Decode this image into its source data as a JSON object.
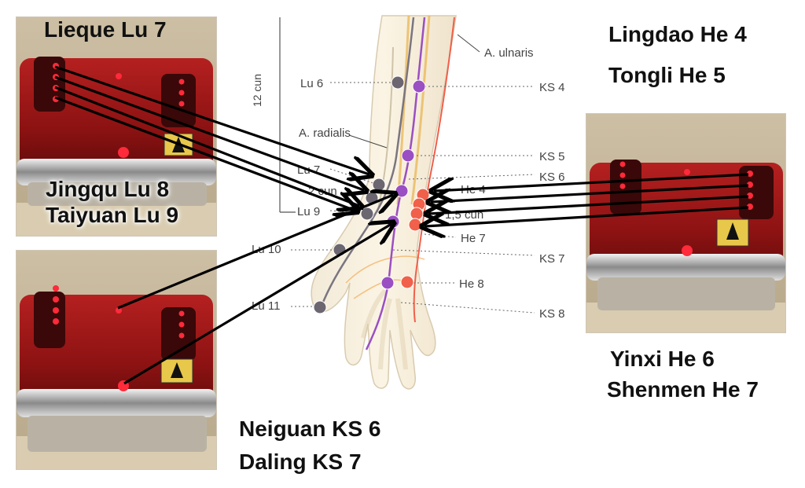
{
  "captions": {
    "lieque": "Lieque Lu 7",
    "jingqu": "Jingqu Lu 8",
    "taiyuan": "Taiyuan Lu 9",
    "lingdao": "Lingdao He 4",
    "tongli": "Tongli He 5",
    "yinxi": "Yinxi He 6",
    "shenmen": "Shenmen He 7",
    "neiguan": "Neiguan KS 6",
    "daling": "Daling KS 7"
  },
  "labels": {
    "cun12": "12 cun",
    "a_ulnaris": "A. ulnaris",
    "a_radialis": "A. radialis",
    "lu6": "Lu 6",
    "lu7": "Lu 7",
    "cun2": "2 cun",
    "lu9": "Lu 9",
    "lu10": "Lu 10",
    "lu11": "Lu 11",
    "ks4": "KS 4",
    "ks5": "KS 5",
    "ks6": "KS 6",
    "he4": "He 4",
    "cun15": "1,5 cun",
    "he7": "He 7",
    "ks7": "KS 7",
    "he8": "He 8",
    "ks8": "KS 8"
  },
  "colors": {
    "lung_point": "#6b6670",
    "pericardium_point": "#9a4fc2",
    "heart_point": "#f0604a",
    "arrow": "#000000",
    "laser_red": "#ff2a3a",
    "device_body": "#8f1414"
  },
  "icons": [
    "laser-device-photo",
    "laser-warning-icon",
    "arrow-icon"
  ]
}
